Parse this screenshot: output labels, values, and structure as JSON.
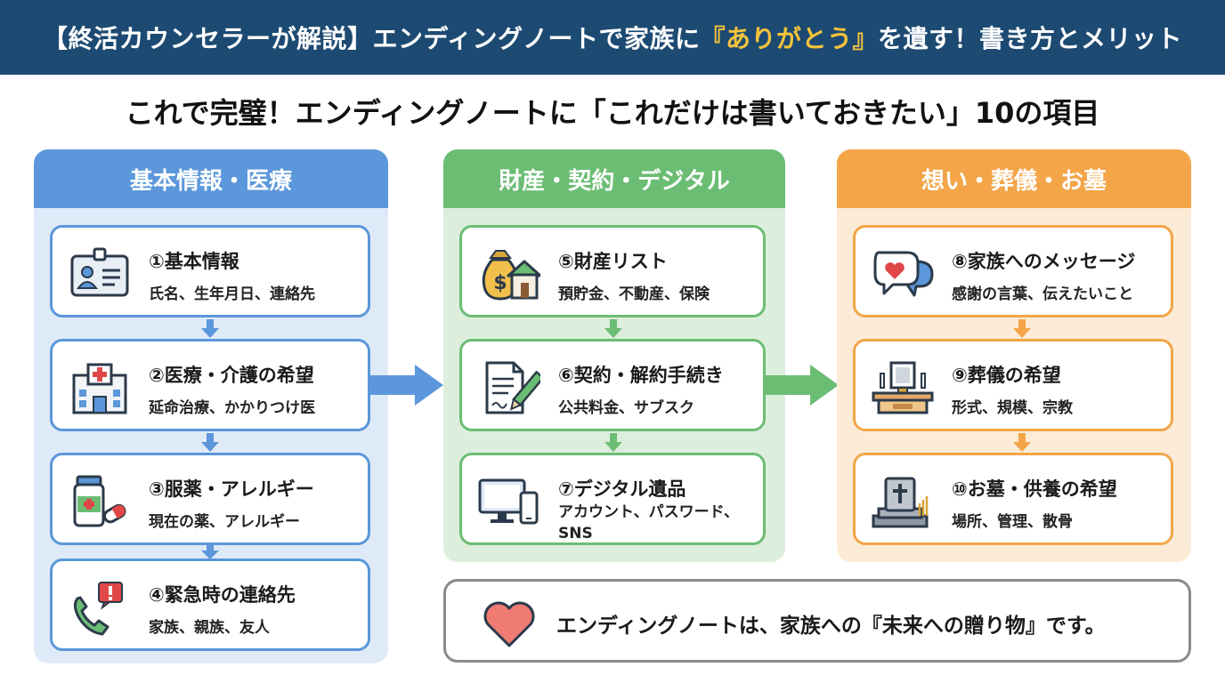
{
  "banner": {
    "before": "【終活カウンセラーが解説】エンディングノートで家族に",
    "highlight": "『ありがとう』",
    "after": "を遺す！書き方とメリット",
    "highlight_color": "#f5c33b"
  },
  "subtitle": "これで完璧！エンディングノートに「これだけは書いておきたい」10の項目",
  "columns": [
    {
      "title": "基本情報・医療",
      "color": "#5b97da",
      "items": [
        {
          "title": "①基本情報",
          "desc": "氏名、生年月日、連絡先",
          "icon": "id-card-icon"
        },
        {
          "title": "②医療・介護の希望",
          "desc": "延命治療、かかりつけ医",
          "icon": "hospital-icon"
        },
        {
          "title": "③服薬・アレルギー",
          "desc": "現在の薬、アレルギー",
          "icon": "medicine-icon"
        },
        {
          "title": "④緊急時の連絡先",
          "desc": "家族、親族、友人",
          "icon": "emergency-phone-icon"
        }
      ]
    },
    {
      "title": "財産・契約・デジタル",
      "color": "#6bbd74",
      "items": [
        {
          "title": "⑤財産リスト",
          "desc": "預貯金、不動産、保険",
          "icon": "money-house-icon"
        },
        {
          "title": "⑥契約・解約手続き",
          "desc": "公共料金、サブスク",
          "icon": "contract-pen-icon"
        },
        {
          "title": "⑦デジタル遺品",
          "desc": "アカウント、パスワード、",
          "desc2": "SNS",
          "icon": "computer-phone-icon"
        }
      ]
    },
    {
      "title": "想い・葬儀・お墓",
      "color": "#f3a548",
      "items": [
        {
          "title": "⑧家族へのメッセージ",
          "desc": "感謝の言葉、伝えたいこと",
          "icon": "speech-heart-icon"
        },
        {
          "title": "⑨葬儀の希望",
          "desc": "形式、規模、宗教",
          "icon": "altar-icon"
        },
        {
          "title": "⑩お墓・供養の希望",
          "desc": "場所、管理、散骨",
          "icon": "gravestone-icon"
        }
      ]
    }
  ],
  "message": "エンディングノートは、家族への『未来への贈り物』です。"
}
